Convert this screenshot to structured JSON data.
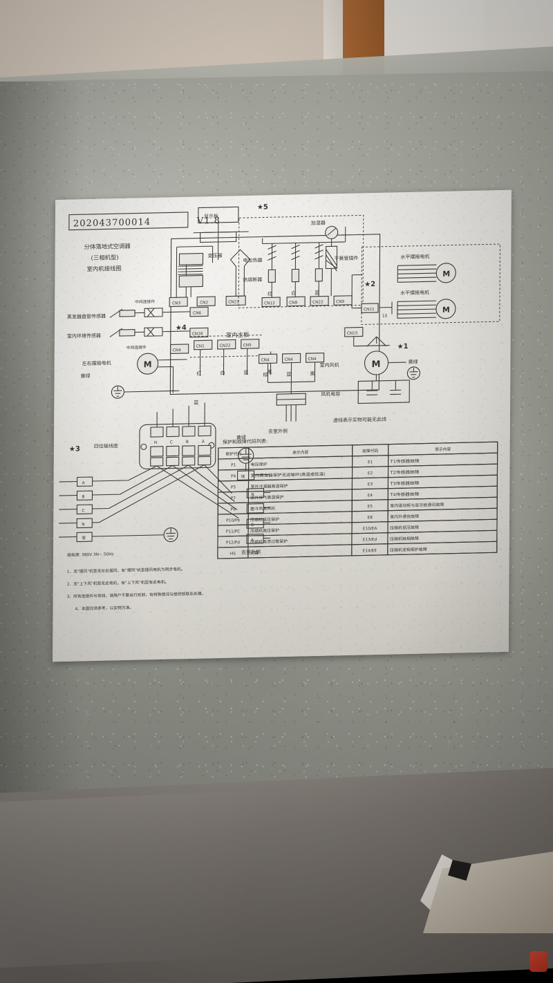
{
  "photo": {
    "description": "Photograph of a printed wiring-diagram label taped to a grey concrete wall",
    "background_colors": {
      "wall_beige": "#e3d6c8",
      "door_frame_brown": "#a5642f",
      "wall_white": "#f2ece4",
      "concrete_grey": "#9fa197",
      "floor_grey": "#7a746e",
      "red_object": "#d63f28"
    }
  },
  "label": {
    "part_number": "202043700014",
    "version": "V1.8",
    "title_lines": [
      "分体落地式空调器",
      "(三相机型)",
      "室内机接线图"
    ]
  },
  "diagram": {
    "blocks": {
      "display_board": "显示板",
      "transformer": "变压器",
      "indoor_main_board": "室内主板",
      "indoor_fan": "室内风机",
      "fan_capacitor": "风机电容",
      "to_outdoor_unit": "去室外侧",
      "to_outdoor_unit_right": "去室外侧",
      "terminal_block": "四位接线座",
      "power_spec": "接电源: 380V 3N~ 50Hz",
      "dashed_note": "虚线表示实物可能无此线"
    },
    "heater_section": {
      "electric_heater": "电加热器",
      "thermal_fuse": "热熔断器",
      "humidifier": "加湿器",
      "reed_switch_part": "干簧管插件"
    },
    "sensors": [
      {
        "label": "蒸发器盘管传感器",
        "connector_note": "中间连接件"
      },
      {
        "label": "室内环境传感器",
        "connector_note": "中间连接件"
      }
    ],
    "motors": {
      "left_right_swing": "左右摆摇电机",
      "horizontal_swing_1": "水平摆摇电机",
      "horizontal_swing_2": "水平摆摇电机"
    },
    "ground_labels": [
      "黄绿",
      "黄绿",
      "黄绿"
    ],
    "wire_colors_heater": [
      "红",
      "白",
      "蓝"
    ],
    "wire_colors_board": [
      "红",
      "白",
      "蓝",
      "黑"
    ],
    "wire_colors_outdoor": [
      "棕",
      "蓝",
      "黑"
    ],
    "wire_color_single": "蓝",
    "connectors_top": [
      "CN3",
      "CN2",
      "CN21"
    ],
    "connectors_heater": [
      "CN12",
      "CN8",
      "CN22",
      "CN9"
    ],
    "connectors_left": [
      "CN6",
      "CN16",
      "CN4"
    ],
    "connectors_board_row": [
      "CN4",
      "CN1",
      "CN22",
      "CN5"
    ],
    "connectors_right": [
      "CN11",
      "CN10"
    ],
    "connectors_outdoor_row": [
      "CN4",
      "CN4",
      "CN4"
    ],
    "connectors_fan": [
      "CN15"
    ],
    "pin_count_label": "10",
    "terminal_pins": [
      "N",
      "C",
      "B",
      "A"
    ],
    "left_terminal_labels": [
      "A",
      "B",
      "C",
      "N",
      "零"
    ],
    "right_terminal_labels": [
      "地",
      "N",
      "C",
      "B",
      "A"
    ],
    "stars": [
      "★1",
      "★2",
      "★3",
      "★4",
      "★5"
    ],
    "footnotes": [
      "1、无\"摆风\"机型无左右摆风，有\"摆风\"机型摆风电机为同步电机。",
      "2、无\"上下风\"机型无此电机，有\"上下风\"机型有此电机。",
      "3、所有连接件与导线，请用户不要自行拆卸，有特殊情况与维修部联系处理。",
      "4、本图仅供参考，以实物为准。"
    ]
  },
  "code_table": {
    "caption": "保护和故障代码列表:",
    "headers": [
      "保护代码",
      "表示内容",
      "故障代码",
      "表示内容"
    ],
    "rows": [
      {
        "protect_code": "P1",
        "protect_desc": "电压保护",
        "fault_code": "E1",
        "fault_desc": "T1传感器故障"
      },
      {
        "protect_code": "P4",
        "protect_desc": "室内蒸发器保护无运输环(高温或低温)",
        "fault_code": "E2",
        "fault_desc": "T2传感器故障"
      },
      {
        "protect_code": "P5",
        "protect_desc": "室外冷凝器高温保护",
        "fault_code": "E3",
        "fault_desc": "T3传感器故障"
      },
      {
        "protect_code": "P7",
        "protect_desc": "室外排气高温保护",
        "fault_code": "E4",
        "fault_desc": "T4传感器故障"
      },
      {
        "protect_code": "P9",
        "protect_desc": "防冷风无风机",
        "fault_code": "E5",
        "fault_desc": "室内驱动板与显示板通讯故障"
      },
      {
        "protect_code": "P10/Pb",
        "protect_desc": "压缩机低压保护",
        "fault_code": "E8",
        "fault_desc": "室内外通信故障"
      },
      {
        "protect_code": "P11/PC",
        "protect_desc": "压缩机高压保护",
        "fault_code": "E10/EA",
        "fault_desc": "压缩机低压故障"
      },
      {
        "protect_code": "P12/Pd",
        "protect_desc": "压缩机电流过载保护",
        "fault_code": "E13/Ed",
        "fault_desc": "压缩机缺相故障"
      },
      {
        "protect_code": "HS",
        "protect_desc": "化霜",
        "fault_code": "E14/EE",
        "fault_desc": "压缩机逆相保护故障"
      }
    ]
  }
}
